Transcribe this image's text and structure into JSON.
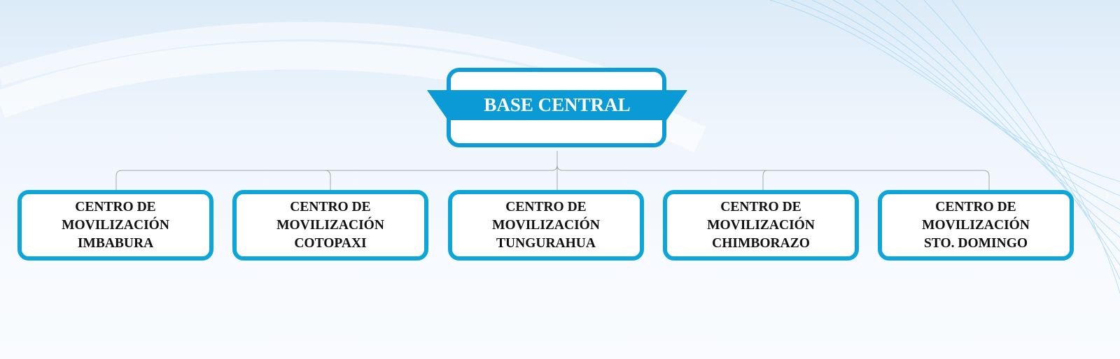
{
  "root": {
    "label": "BASE CENTRAL"
  },
  "children": [
    {
      "line1": "CENTRO DE",
      "line2": "MOVILIZACIÓN",
      "line3": "IMBABURA"
    },
    {
      "line1": "CENTRO DE",
      "line2": "MOVILIZACIÓN",
      "line3": "COTOPAXI"
    },
    {
      "line1": "CENTRO DE",
      "line2": "MOVILIZACIÓN",
      "line3": "TUNGURAHUA"
    },
    {
      "line1": "CENTRO DE",
      "line2": "MOVILIZACIÓN",
      "line3": "CHIMBORAZO"
    },
    {
      "line1": "CENTRO DE",
      "line2": "MOVILIZACIÓN",
      "line3": "STO. DOMINGO"
    }
  ],
  "colors": {
    "accent": "#0e9bd8",
    "connector": "#9aa8b4"
  }
}
